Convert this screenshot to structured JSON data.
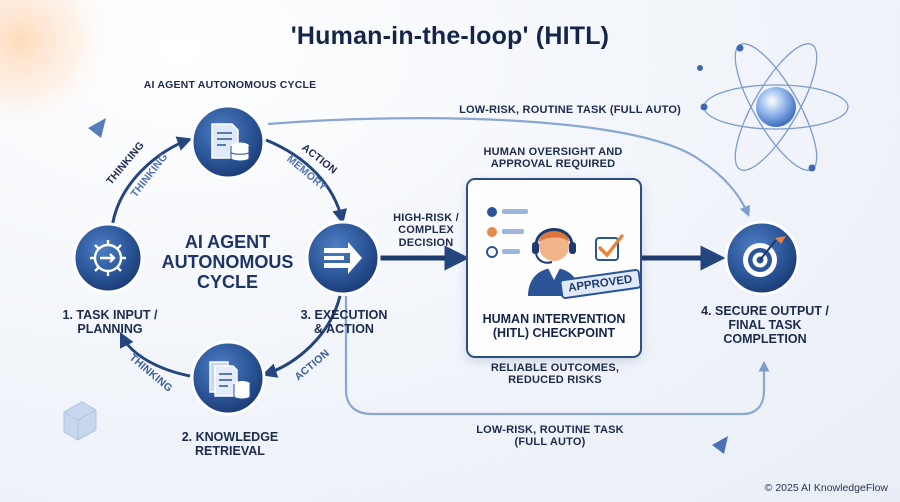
{
  "title": "'Human-in-the-loop' (HITL)",
  "top_caption": "AI AGENT AUTONOMOUS CYCLE",
  "center_label": "AI AGENT\nAUTONOMOUS\nCYCLE",
  "nodes": {
    "task_input": "1. TASK INPUT /\nPLANNING",
    "knowledge": "2. KNOWLEDGE\nRETRIEVAL",
    "execution": "3. EXECUTION\n& ACTION",
    "secure_output": "4. SECURE OUTPUT /\nFINAL TASK\nCOMPLETION"
  },
  "arrow_labels": {
    "thinking_outer": "THINKING",
    "thinking_inner": "THINKING",
    "action_outer": "ACTION",
    "memory": "MEMORY",
    "thinking_bottom": "THINKING",
    "action_bottom": "ACTION"
  },
  "hitl": {
    "header": "HUMAN OVERSIGHT AND\nAPPROVAL REQUIRED",
    "stamp": "APPROVED",
    "label": "HUMAN INTERVENTION\n(HITL) CHECKPOINT",
    "footer": "RELIABLE OUTCOMES,\nREDUCED RISKS"
  },
  "routes": {
    "top_route": "LOW-RISK, ROUTINE TASK (FULL AUTO)",
    "high_risk": "HIGH-RISK /\nCOMPLEX\nDECISION",
    "bottom_route": "LOW-RISK, ROUTINE TASK\n(FULL AUTO)"
  },
  "copyright": "© 2025 AI KnowledgeFlow",
  "colors": {
    "navy": "#1f3a6e",
    "blue": "#2c5aa0",
    "light_blue": "#6f93c8",
    "orange": "#e98a4a",
    "accent_orange": "#e8823a"
  },
  "icons": {
    "task_input": "gear-arrow-icon",
    "top_node": "document-database-icon",
    "execution": "arrows-right-icon",
    "knowledge": "stacked-documents-database-icon",
    "secure_output": "target-flag-icon",
    "human": "headset-operator-icon",
    "atom": "atom-icon"
  }
}
